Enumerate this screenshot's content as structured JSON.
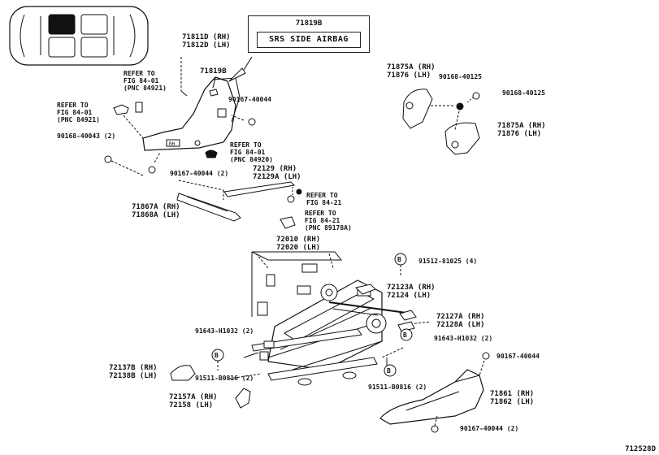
{
  "sticker": {
    "code": "71819B",
    "text": "SRS SIDE AIRBAG"
  },
  "labels": {
    "p71811d": [
      "71811D (RH)",
      "71812D (LH)"
    ],
    "p71819b": "71819B",
    "refer_84921_a": [
      "REFER TO",
      "FIG 84-01",
      "(PNC 84921)"
    ],
    "refer_84921_b": [
      "REFER TO",
      "FIG 84-01",
      "(PNC 84921)"
    ],
    "p90167_40044_top": "90167-40044",
    "refer_84920": [
      "REFER TO",
      "FIG 84-01",
      "(PNC 84920)"
    ],
    "p90168_40043": "90168-40043 (2)",
    "p90167_40044_2": "90167-40044 (2)",
    "p72129": [
      "72129 (RH)",
      "72129A (LH)"
    ],
    "p71867a": [
      "71867A (RH)",
      "71868A (LH)"
    ],
    "refer_84_21": [
      "REFER TO",
      "FIG 84-21"
    ],
    "refer_89178a": [
      "REFER TO",
      "FIG 84-21",
      "(PNC 89178A)"
    ],
    "p72010": [
      "72010 (RH)",
      "72020 (LH)"
    ],
    "p71875a_top": [
      "71875A (RH)",
      "71876 (LH)"
    ],
    "p90168_40125_a": "90168-40125",
    "p90168_40125_b": "90168-40125",
    "p71875a_bottom": [
      "71875A (RH)",
      "71876 (LH)"
    ],
    "p91512": "91512-81025 (4)",
    "p72123a": [
      "72123A (RH)",
      "72124 (LH)"
    ],
    "p72127a": [
      "72127A (RH)",
      "72128A (LH)"
    ],
    "p91643_right": "91643-H1032 (2)",
    "p91643_left": "91643-H1032 (2)",
    "p90167_40044_right": "90167-40044",
    "p72137b": [
      "72137B (RH)",
      "72138B (LH)"
    ],
    "p91511_left": "91511-B0816 (2)",
    "p91511_right": "91511-B0816 (2)",
    "p71861": [
      "71861 (RH)",
      "71862 (LH)"
    ],
    "p72157a": [
      "72157A (RH)",
      "72158 (LH)"
    ],
    "p90167_40044_bottom": "90167-40044 (2)",
    "b_marker": "B",
    "diagram_id": "712528D"
  }
}
